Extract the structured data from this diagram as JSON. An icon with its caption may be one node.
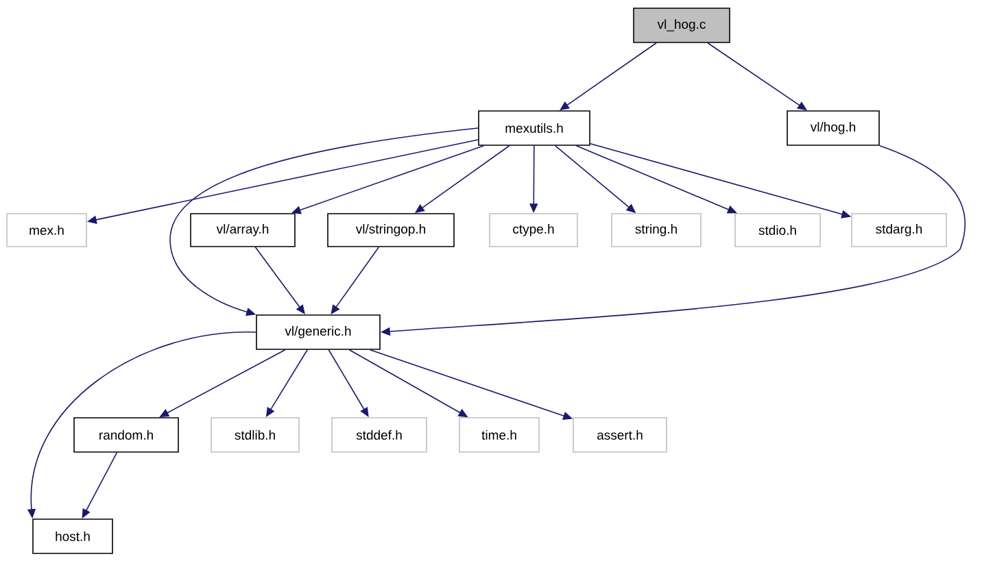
{
  "diagram": {
    "nodes": [
      {
        "text": [
          "vl_hog.c"
        ]
      },
      {
        "text": [
          "mexutils.h"
        ]
      },
      {
        "text": [
          "vl/hog.h"
        ]
      },
      {
        "text": [
          "mex.h"
        ]
      },
      {
        "text": [
          "vl/array.h"
        ]
      },
      {
        "text": [
          "vl/stringop.h"
        ]
      },
      {
        "text": [
          "ctype.h"
        ]
      },
      {
        "text": [
          "string.h"
        ]
      },
      {
        "text": [
          "stdio.h"
        ]
      },
      {
        "text": [
          "stdarg.h"
        ]
      },
      {
        "text": [
          "vl/generic.h"
        ]
      },
      {
        "text": [
          "random.h"
        ]
      },
      {
        "text": [
          "stdlib.h"
        ]
      },
      {
        "text": [
          "stddef.h"
        ]
      },
      {
        "text": [
          "time.h"
        ]
      },
      {
        "text": [
          "assert.h"
        ]
      },
      {
        "text": [
          "host.h"
        ]
      }
    ],
    "edges": [
      {
        "from": 0,
        "to": 1,
        "arrow": "to"
      },
      {
        "from": 0,
        "to": 2,
        "arrow": "to"
      },
      {
        "from": 1,
        "to": 3,
        "arrow": "to"
      },
      {
        "from": 1,
        "to": 4,
        "arrow": "to"
      },
      {
        "from": 1,
        "to": 5,
        "arrow": "to"
      },
      {
        "from": 1,
        "to": 6,
        "arrow": "to"
      },
      {
        "from": 1,
        "to": 7,
        "arrow": "to"
      },
      {
        "from": 1,
        "to": 8,
        "arrow": "to"
      },
      {
        "from": 1,
        "to": 9,
        "arrow": "to"
      },
      {
        "from": 1,
        "to": 10,
        "arrow": "to"
      },
      {
        "from": 2,
        "to": 10,
        "arrow": "to"
      },
      {
        "from": 4,
        "to": 10,
        "arrow": "to"
      },
      {
        "from": 5,
        "to": 10,
        "arrow": "to"
      },
      {
        "from": 10,
        "to": 16,
        "arrow": "to"
      },
      {
        "from": 10,
        "to": 11,
        "arrow": "to"
      },
      {
        "from": 10,
        "to": 12,
        "arrow": "to"
      },
      {
        "from": 10,
        "to": 13,
        "arrow": "to"
      },
      {
        "from": 10,
        "to": 14,
        "arrow": "to"
      },
      {
        "from": 10,
        "to": 15,
        "arrow": "to"
      },
      {
        "from": 11,
        "to": 16,
        "arrow": "to"
      }
    ]
  }
}
